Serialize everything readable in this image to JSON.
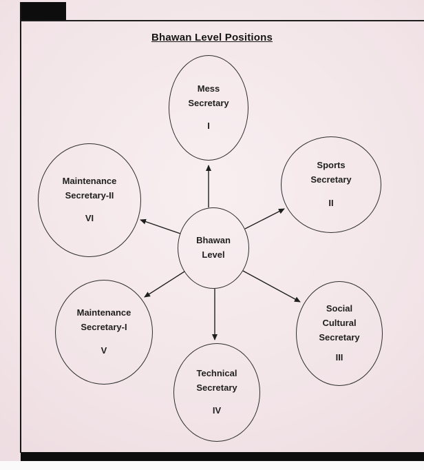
{
  "page": {
    "title": "Bhawan Level Positions"
  },
  "center_node": {
    "lines": [
      "Bhawan",
      "Level"
    ]
  },
  "nodes": [
    {
      "lines": [
        "Mess",
        "Secretary"
      ],
      "numeral": "I"
    },
    {
      "lines": [
        "Sports",
        "Secretary"
      ],
      "numeral": "II"
    },
    {
      "lines": [
        "Social",
        "Cultural",
        "Secretary"
      ],
      "numeral": "III"
    },
    {
      "lines": [
        "Technical",
        "Secretary"
      ],
      "numeral": "IV"
    },
    {
      "lines": [
        "Maintenance",
        "Secretary-I"
      ],
      "numeral": "V"
    },
    {
      "lines": [
        "Maintenance",
        "Secretary-II"
      ],
      "numeral": "VI"
    }
  ]
}
